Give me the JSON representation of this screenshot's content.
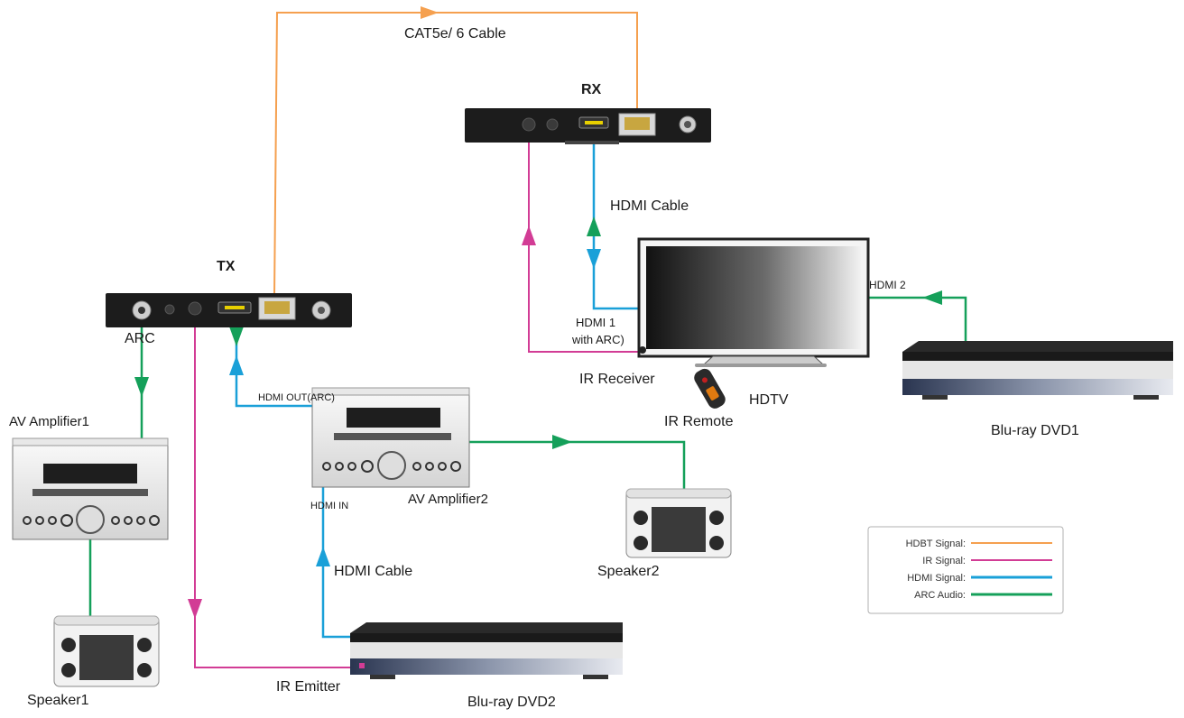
{
  "colors": {
    "hdbt": "#f5a04f",
    "ir": "#d23c95",
    "hdmi": "#1aa0d8",
    "arc": "#15a05a"
  },
  "devices": {
    "tx": "TX",
    "rx": "RX",
    "hdtv": "HDTV",
    "av_amplifier1": "AV Amplifier1",
    "av_amplifier2": "AV Amplifier2",
    "speaker1": "Speaker1",
    "speaker2": "Speaker2",
    "bluray_dvd1": "Blu-ray DVD1",
    "bluray_dvd2": "Blu-ray DVD2",
    "ir_remote": "IR Remote"
  },
  "ports": {
    "arc": "ARC",
    "hdmi_out_arc": "HDMI OUT(ARC)",
    "hdmi_in": "HDMI IN",
    "hdmi1_line1": "HDMI 1",
    "hdmi1_line2": "with ARC)",
    "hdmi2": "HDMI 2",
    "ir_receiver": "IR Receiver",
    "ir_emitter": "IR Emitter"
  },
  "cables": {
    "cat_cable": "CAT5e/ 6 Cable",
    "hdmi_cable_top": "HDMI Cable",
    "hdmi_cable_bottom": "HDMI Cable"
  },
  "legend": {
    "hdbt": "HDBT Signal:",
    "ir": "IR Signal:",
    "hdmi": "HDMI Signal:",
    "arc": "ARC Audio:"
  }
}
